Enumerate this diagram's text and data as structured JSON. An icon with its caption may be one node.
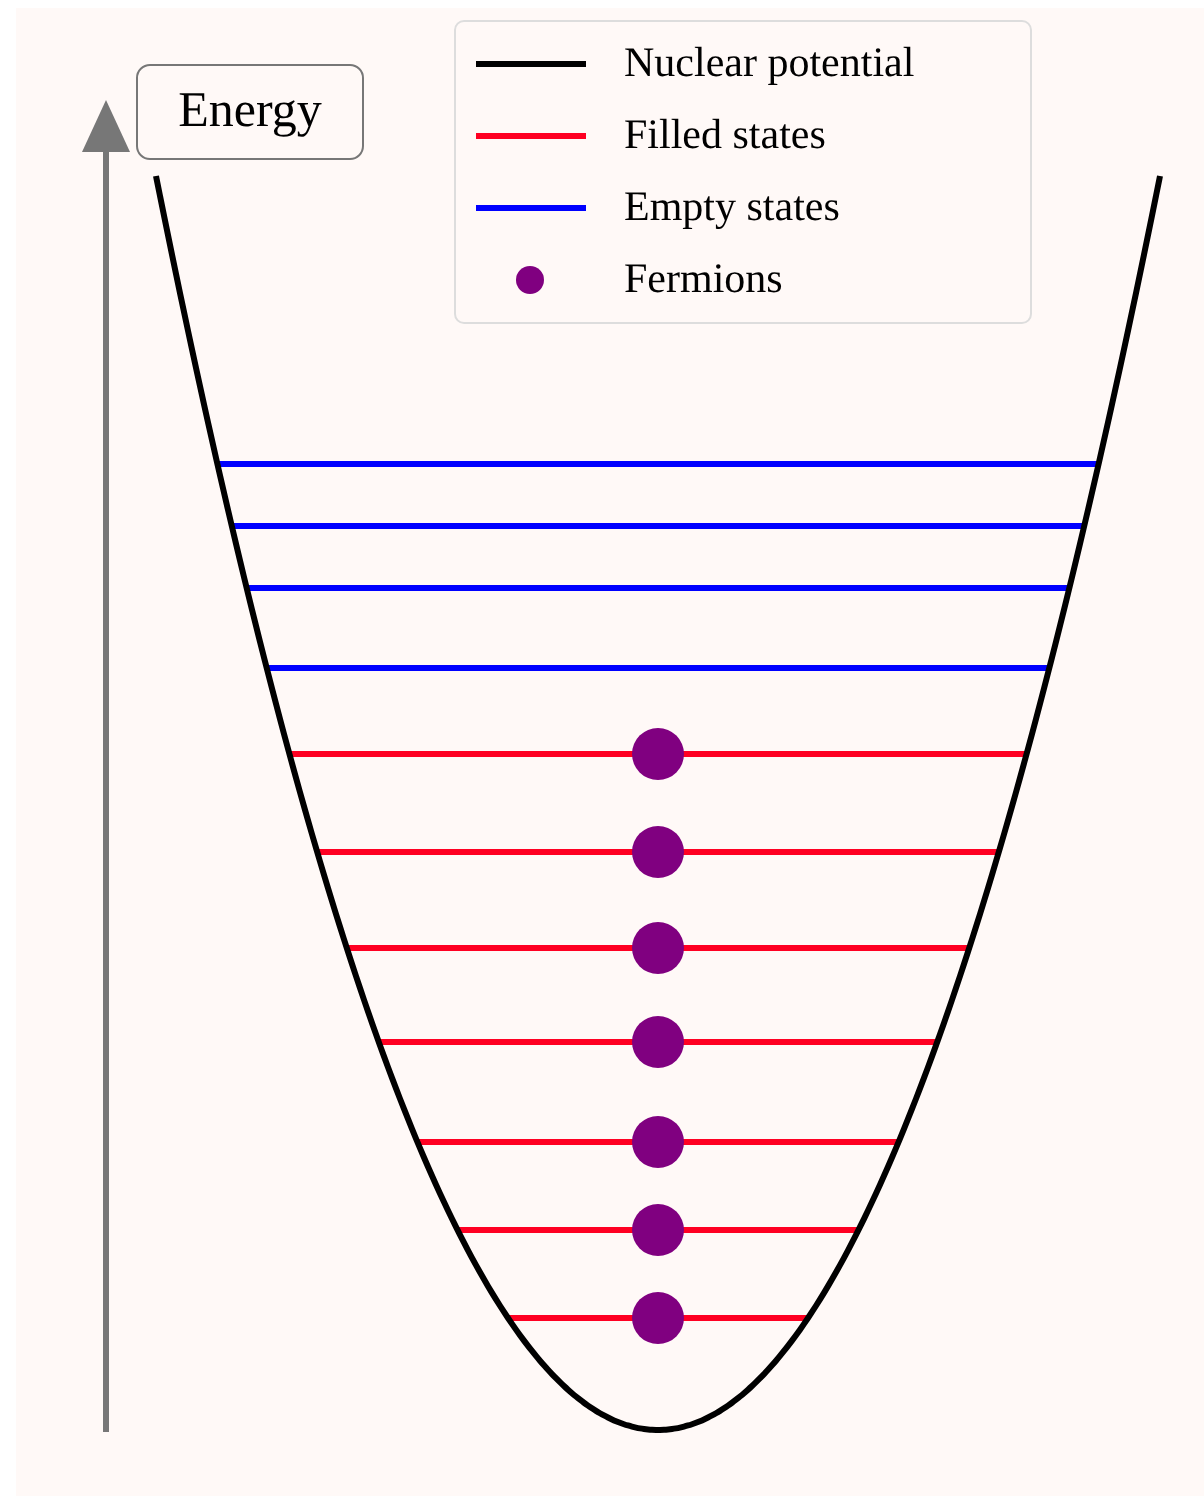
{
  "diagram": {
    "nodes": [
      {
        "text": [
          "Energy"
        ]
      }
    ],
    "legend": [
      {
        "text": "Nuclear potential"
      },
      {
        "text": "Filled states"
      },
      {
        "text": "Empty states"
      },
      {
        "text": "Fermions"
      }
    ]
  }
}
